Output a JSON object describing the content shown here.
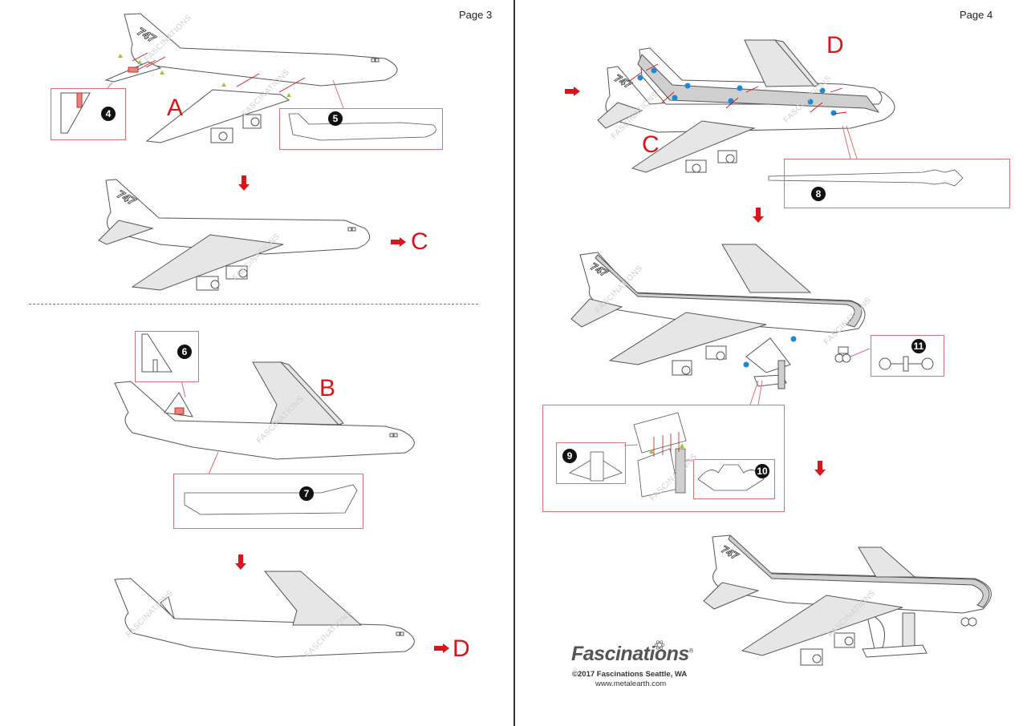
{
  "document": {
    "brand_color": "#d9141b",
    "callout_border_color": "#d9707a",
    "part_fill_color": "#e6e6e6",
    "marker_green": "#9bc53d",
    "marker_blue": "#1a8ad4"
  },
  "left_page": {
    "page_label": "Page 3",
    "step_a": {
      "letter": "A",
      "callouts": [
        {
          "badge": "4",
          "description": "horizontal stabilizer part with tab"
        },
        {
          "badge": "5",
          "description": "fuselage side panel"
        }
      ],
      "result_arrow_target": "C"
    },
    "step_b": {
      "letter": "B",
      "callouts": [
        {
          "badge": "6",
          "description": "tail fin part"
        },
        {
          "badge": "7",
          "description": "fuselage side panel"
        }
      ],
      "result_arrow_target": "D"
    },
    "watermark_text": "FASCINATIONS"
  },
  "right_page": {
    "page_label": "Page 4",
    "step_join": {
      "letters": [
        "C",
        "D"
      ],
      "callouts": [
        {
          "badge": "8",
          "description": "fuselage top spine strip"
        },
        {
          "badge": "11",
          "description": "nose landing gear"
        },
        {
          "badge": "9",
          "description": "stand top plate"
        },
        {
          "badge": "10",
          "description": "stand base"
        }
      ]
    },
    "footer": {
      "brand": "Fascinations",
      "trademark": "®",
      "copyright": "©2017 Fascinations Seattle, WA",
      "website": "www.metalearth.com"
    },
    "watermark_text": "FASCINATIONS"
  }
}
